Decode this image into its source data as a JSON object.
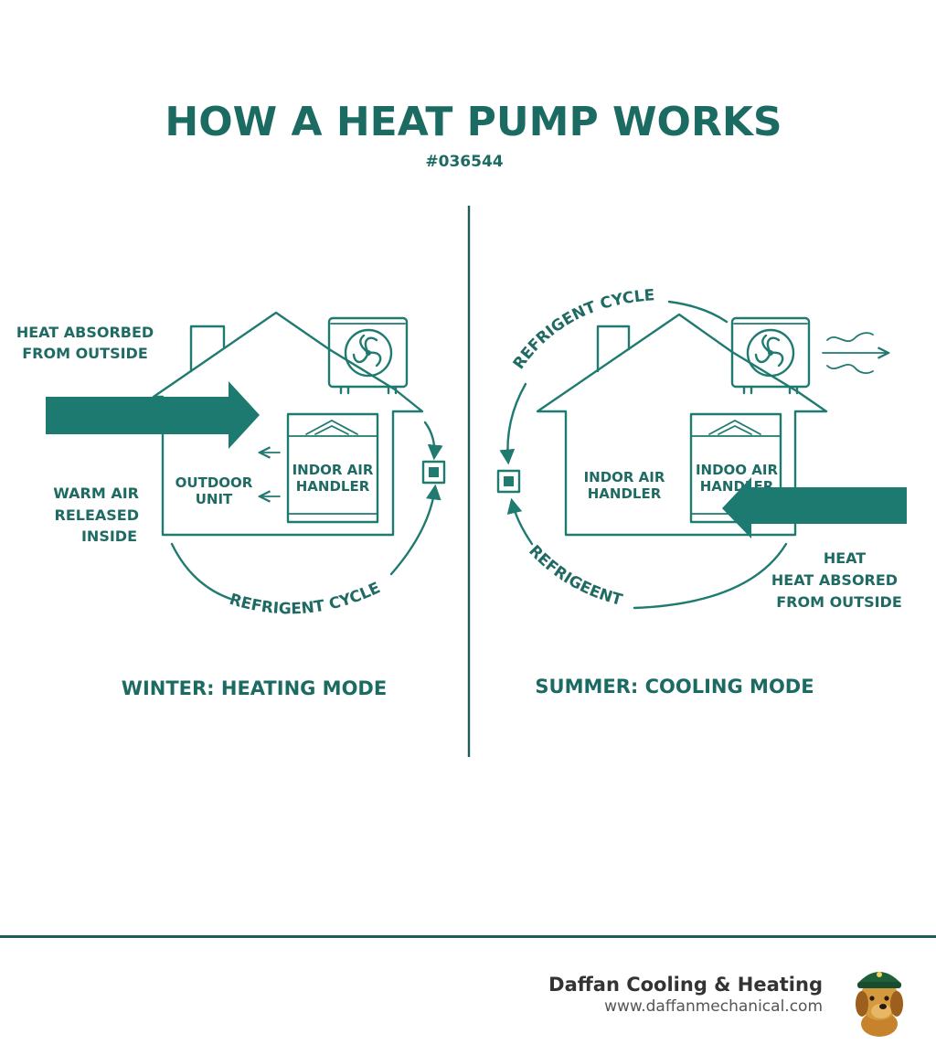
{
  "title": "HOW A HEAT PUMP WORKS",
  "subtitle": "#036544",
  "colors": {
    "accent": "#1f7a70",
    "arrow": "#1d7a70",
    "divider": "#1d5d55"
  },
  "winter": {
    "mode_label": "WINTER: HEATING MODE",
    "heat_absorbed": [
      "HEAT ABSORBED",
      "FROM OUTSIDE"
    ],
    "warm_air": [
      "WARM AIR",
      "RELEASED",
      "INSIDE"
    ],
    "outdoor_unit": [
      "OUTDOOR",
      "UNIT"
    ],
    "indoor_handler": [
      "INDOR AIR",
      "HANDLER"
    ],
    "cycle_label": "REFRIGENT CYCLE"
  },
  "summer": {
    "mode_label": "SUMMER: COOLING MODE",
    "cycle_label": "REFRIGENT CYCLE",
    "indoor_handler": [
      "INDOR AIR",
      "HANDLER"
    ],
    "handler_box": [
      "INDOO AIR",
      "HANDLER"
    ],
    "refrigerant_label": "REFRIGEENT",
    "heat_label": [
      "HEAT",
      "HEAT ABSORED",
      "FROM OUTSIDE"
    ]
  },
  "icons": [
    "fan-icon",
    "thermostat-icon",
    "wind-icon",
    "arrow-icon",
    "house-icon",
    "mascot-icon"
  ],
  "footer": {
    "company": "Daffan Cooling & Heating",
    "url": "www.daffanmechanical.com"
  }
}
